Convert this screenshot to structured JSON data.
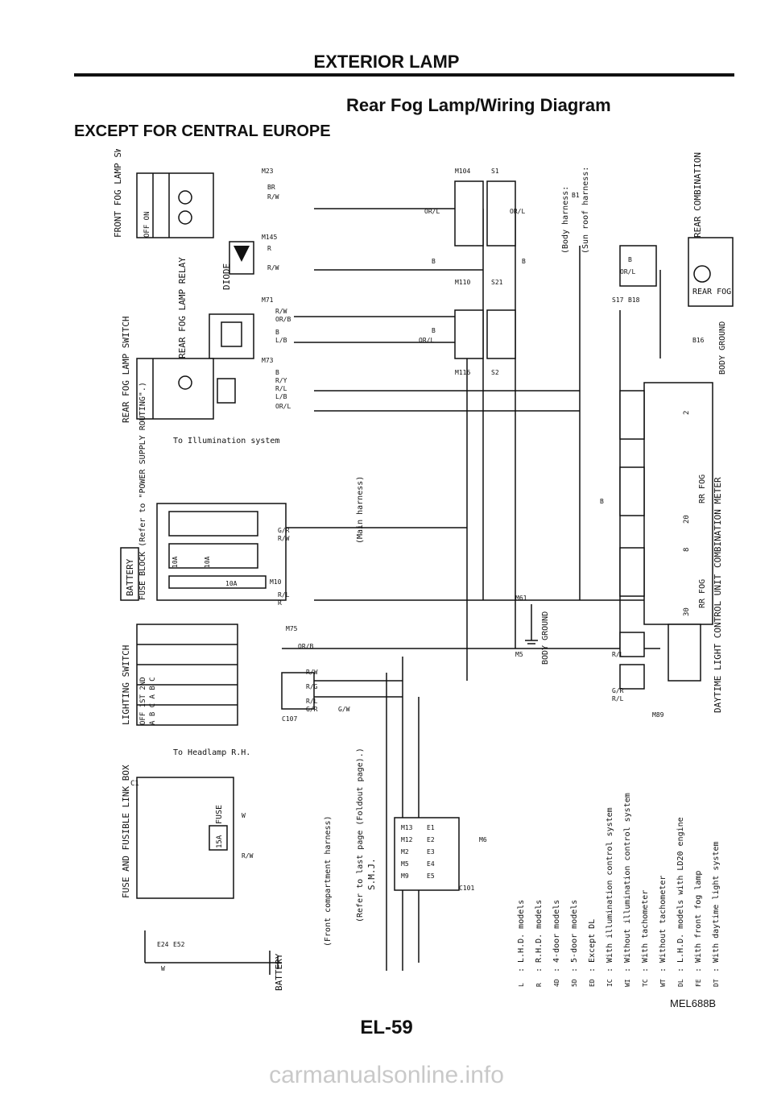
{
  "header": {
    "title": "EXTERIOR LAMP",
    "subtitle": "Rear Fog Lamp/Wiring Diagram",
    "region": "EXCEPT FOR CENTRAL EUROPE"
  },
  "components": {
    "front_fog_switch": "FRONT FOG LAMP SWITCH",
    "front_fog_switch_states": "OFF ON",
    "diode": "DIODE",
    "rear_fog_relay": "REAR FOG LAMP RELAY",
    "rear_fog_switch": "REAR FOG LAMP SWITCH",
    "illumination": "To Illumination system",
    "fuse_block": "FUSE BLOCK (Refer to \"POWER SUPPLY ROUTING\".)",
    "battery": "BATTERY",
    "lighting_switch": "LIGHTING SWITCH",
    "lighting_switch_positions": "OFF 1ST 2ND",
    "lighting_switch_cols": "A B C A B C",
    "headlamp": "To Headlamp R.H.",
    "fuse_link_box": "FUSE AND FUSIBLE LINK BOX",
    "fuse_link_box_code": "C1",
    "fuse": "FUSE",
    "fuse_amp": "15A",
    "fuse_10a_1": "10A",
    "fuse_10a_2": "10A",
    "fuse_10a_3": "10A",
    "battery2": "BATTERY",
    "front_harness": "(Front compartment harness)",
    "smj": "S.M.J.",
    "smj_ref": "(Refer to last page (Foldout page).)",
    "main_harness": "(Main harness)",
    "body_harness": "(Body harness:",
    "sunroof_harness": "(Sun roof harness:",
    "rear_combi": "REAR COMBINATION LAMP L.H.",
    "rear_fog": "REAR FOG",
    "body_ground": "BODY GROUND",
    "body_ground2": "BODY GROUND",
    "combination_meter": "COMBINATION METER",
    "rr_fog": "RR FOG",
    "rr_fog2": "RR FOG",
    "daytime_unit": "DAYTIME LIGHT CONTROL UNIT"
  },
  "wire_colors": [
    "BR",
    "R/W",
    "R",
    "R/W",
    "R/W",
    "OR/B",
    "B",
    "L/B",
    "B",
    "R/Y",
    "R/L",
    "L/B",
    "OR/L",
    "G/R",
    "R/W",
    "R/L",
    "R",
    "OR/B",
    "R/W",
    "R/G",
    "R/L",
    "G/R",
    "G/W",
    "W",
    "R/W",
    "W",
    "OR/L",
    "B",
    "OR/L",
    "B",
    "OR/L",
    "B",
    "B",
    "OR/L",
    "B",
    "R/L",
    "G/R",
    "R/L"
  ],
  "connector_codes": [
    "M23",
    "M145",
    "M71",
    "M73",
    "M10",
    "M75",
    "C107",
    "M104",
    "M110",
    "M116",
    "S1",
    "S2",
    "S21",
    "B1",
    "S17",
    "B18",
    "B16",
    "M61",
    "M5",
    "M89",
    "E24",
    "E52",
    "C101",
    "M6"
  ],
  "smj_terminals": [
    "M13",
    "M12",
    "M2",
    "M5",
    "M9",
    "E1",
    "E2",
    "E3",
    "E4",
    "E5"
  ],
  "meter_terminals": [
    "20",
    "2",
    "30",
    "8"
  ],
  "legend": [
    {
      "code": "L",
      "text": ": L.H.D. models"
    },
    {
      "code": "R",
      "text": ": R.H.D. models"
    },
    {
      "code": "4D",
      "text": ": 4-door models"
    },
    {
      "code": "5D",
      "text": ": 5-door models"
    },
    {
      "code": "ED",
      "text": ": Except DL"
    },
    {
      "code": "IC",
      "text": ": With illumination control system"
    },
    {
      "code": "WI",
      "text": ": Without illumination control system"
    },
    {
      "code": "TC",
      "text": ": With tachometer"
    },
    {
      "code": "WT",
      "text": ": Without tachometer"
    },
    {
      "code": "DL",
      "text": ": L.H.D. models with LD20 engine"
    },
    {
      "code": "FE",
      "text": ": With front fog lamp"
    },
    {
      "code": "DT",
      "text": ": With daytime light system"
    }
  ],
  "ref_code": "MEL688B",
  "page_number": "EL-59",
  "watermark": "carmanualsonline.info"
}
